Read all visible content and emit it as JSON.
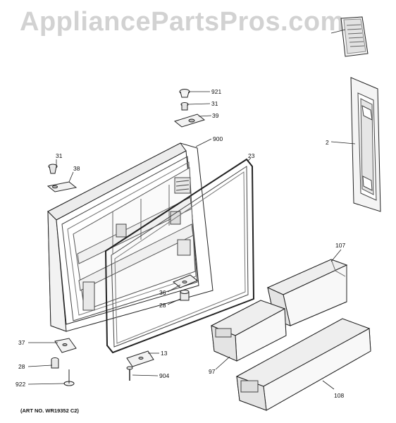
{
  "watermark": "AppliancePartsPros.com",
  "art_number": "(ART NO. WR19352 C2)",
  "callouts": {
    "c921": "921",
    "c31a": "31",
    "c39": "39",
    "c900": "900",
    "c31b": "31",
    "c38": "38",
    "c23": "23",
    "c2": "2",
    "c107": "107",
    "c36": "36",
    "c28a": "28",
    "c37": "37",
    "c13": "13",
    "c28b": "28",
    "c904": "904",
    "c922": "922",
    "c97": "97",
    "c108": "108"
  }
}
